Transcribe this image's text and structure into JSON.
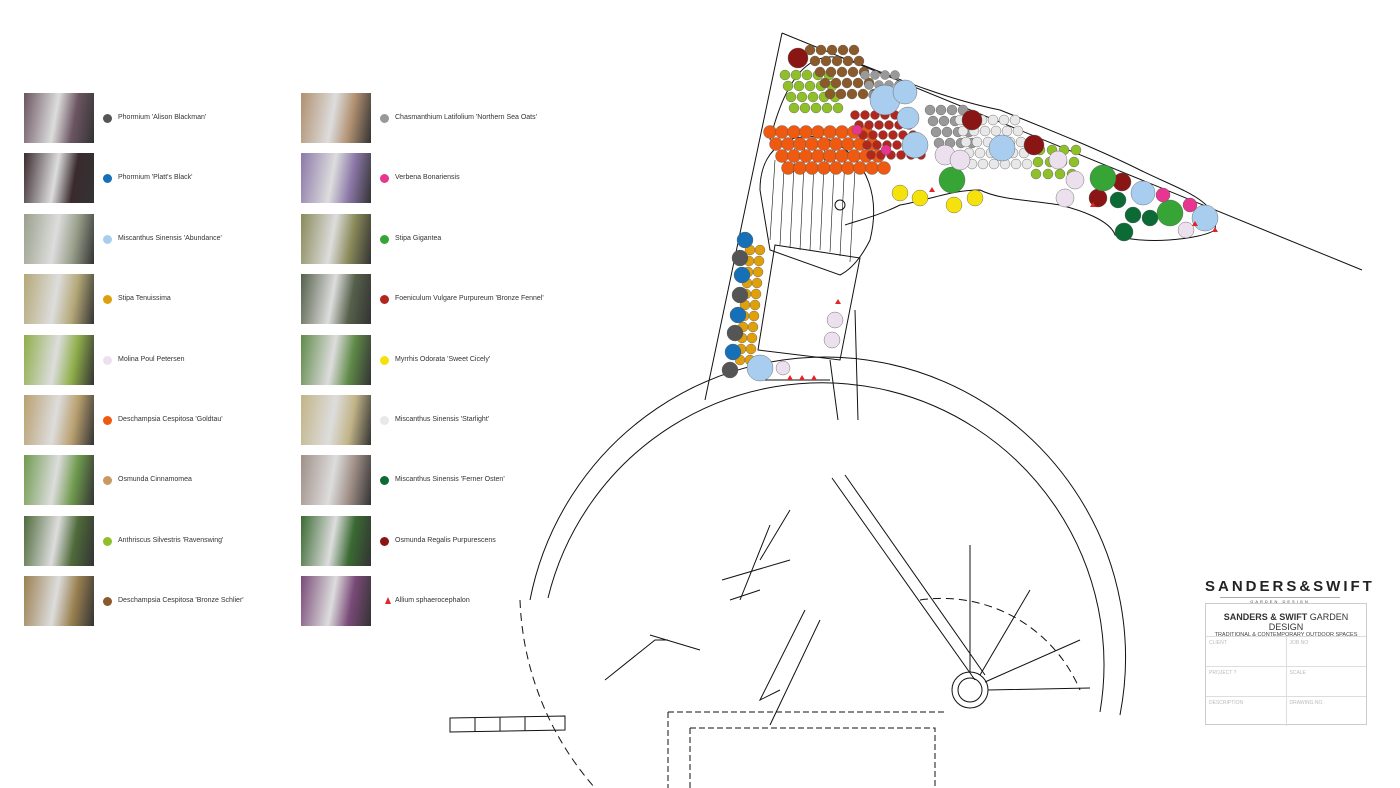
{
  "legend": {
    "column1": [
      {
        "name": "Phormium 'Alison Blackman'",
        "color": "#555555",
        "marker": "dot",
        "photo": "#6b5560"
      },
      {
        "name": "Phormium 'Platt's Black'",
        "color": "#1670b8",
        "marker": "dot",
        "photo": "#3a2a2e"
      },
      {
        "name": "Miscanthus Sinensis 'Abundance'",
        "color": "#a9cdee",
        "marker": "dot",
        "photo": "#9aa08c"
      },
      {
        "name": "Stipa Tenuissima",
        "color": "#e0a00c",
        "marker": "dot",
        "photo": "#b4a878"
      },
      {
        "name": "Molina Poul Petersen",
        "color": "#ece0ef",
        "marker": "dot",
        "photo": "#8fae4a"
      },
      {
        "name": "Deschampsia Cespitosa 'Goldtau'",
        "color": "#ef5a10",
        "marker": "dot",
        "photo": "#b9a070"
      },
      {
        "name": "Osmunda Cinnamomea",
        "color": "#c89a63",
        "marker": "dot",
        "photo": "#6f9a4e"
      },
      {
        "name": "Anthriscus Silvestris 'Ravenswing'",
        "color": "#8fc02a",
        "marker": "dot",
        "photo": "#4f6a3a"
      },
      {
        "name": "Deschampsia Cespitosa 'Bronze Schlier'",
        "color": "#8b5a2b",
        "marker": "dot",
        "photo": "#9a8050"
      }
    ],
    "column2": [
      {
        "name": "Chasmanthium Latifolium 'Northern Sea Oats'",
        "color": "#999999",
        "marker": "dot",
        "photo": "#b09070"
      },
      {
        "name": "Verbena Bonariensis",
        "color": "#e8358f",
        "marker": "dot",
        "photo": "#8c78a8"
      },
      {
        "name": "Stipa Gigantea",
        "color": "#36a535",
        "marker": "dot",
        "photo": "#8a8a5a"
      },
      {
        "name": "Foeniculum Vulgare Purpureum 'Bronze Fennel'",
        "color": "#b3261e",
        "marker": "dot",
        "photo": "#55604a"
      },
      {
        "name": "Myrrhis Odorata 'Sweet Cicely'",
        "color": "#f5e20c",
        "marker": "dot",
        "photo": "#5f8a48"
      },
      {
        "name": "Miscanthus Sinensis 'Starlight'",
        "color": "#e8e8e8",
        "marker": "dot",
        "photo": "#c2b488"
      },
      {
        "name": "Miscanthus Sinensis 'Ferner Osten'",
        "color": "#0c6a35",
        "marker": "dot",
        "photo": "#a08f88"
      },
      {
        "name": "Osmunda Regalis Purpurescens",
        "color": "#8a1515",
        "marker": "dot",
        "photo": "#3a6a32"
      },
      {
        "name": "Allium sphaerocephalon",
        "color": "#e0262a",
        "marker": "triangle",
        "photo": "#7a4a78"
      }
    ]
  },
  "brand": {
    "name": "SANDERS&SWIFT",
    "tagline": "GARDEN DESIGN"
  },
  "title_block": {
    "title_bold": "SANDERS & SWIFT",
    "title_light": " GARDEN DESIGN",
    "subtitle": "TRADITIONAL & CONTEMPORARY OUTDOOR SPACES",
    "fields": [
      [
        "CLIENT",
        "JOB NO"
      ],
      [
        "PROJECT ?",
        "SCALE"
      ],
      [
        "DESCRIPTION",
        "DRAWING NO."
      ]
    ]
  }
}
